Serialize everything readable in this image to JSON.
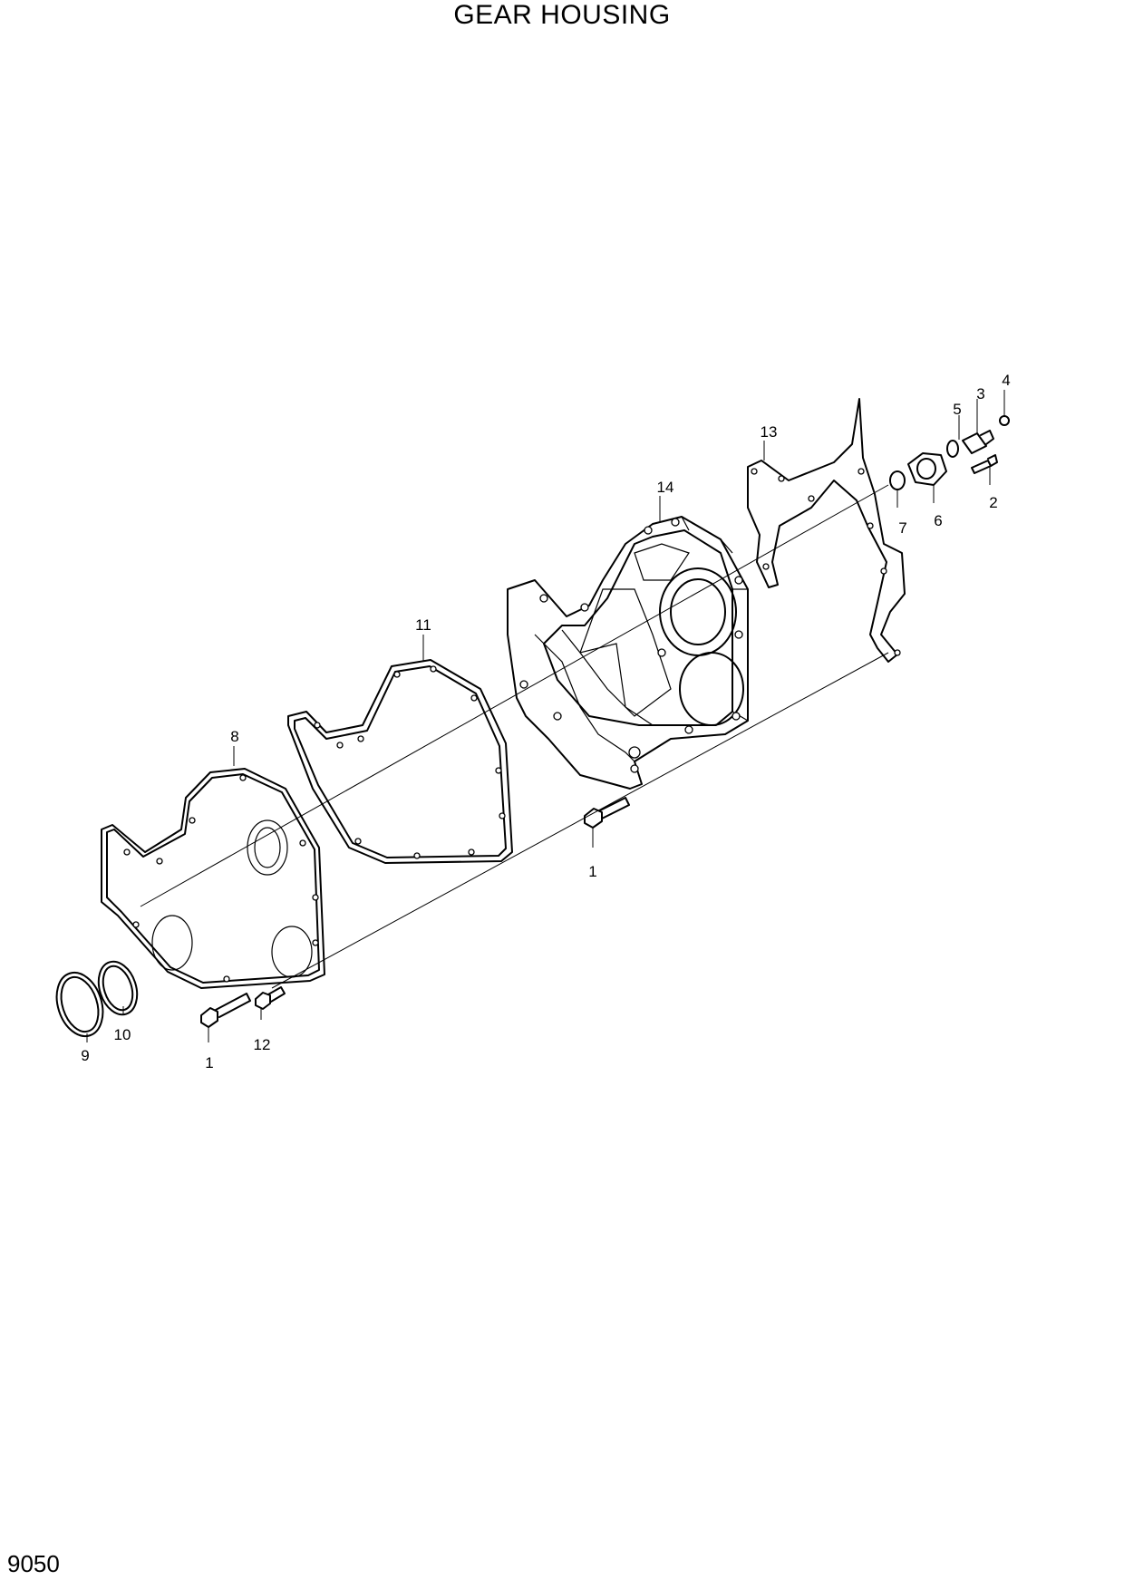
{
  "title": "GEAR HOUSING",
  "page_number": "9050",
  "callouts": {
    "c1a": "1",
    "c1b": "1",
    "c2": "2",
    "c3": "3",
    "c4": "4",
    "c5": "5",
    "c6": "6",
    "c7": "7",
    "c8": "8",
    "c9": "9",
    "c10": "10",
    "c11": "11",
    "c12": "12",
    "c13": "13",
    "c14": "14"
  }
}
